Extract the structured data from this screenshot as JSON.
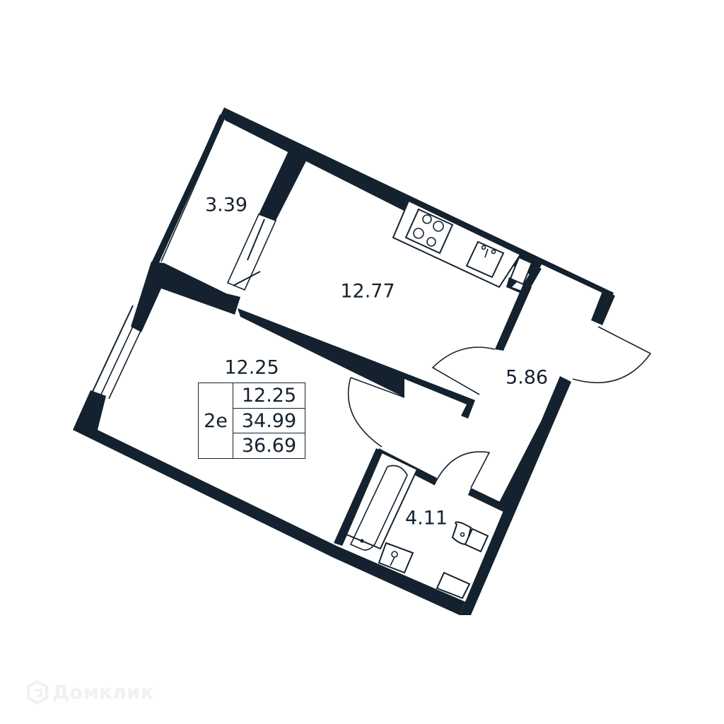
{
  "plan": {
    "colors": {
      "wall": "#14222f",
      "background": "#ffffff",
      "watermark": "#f1f1f1"
    },
    "rooms": [
      {
        "id": "balcony",
        "area": "3.39"
      },
      {
        "id": "kitchen",
        "area": "12.77"
      },
      {
        "id": "bedroom",
        "area": "12.25"
      },
      {
        "id": "hallway",
        "area": "5.86"
      },
      {
        "id": "bathroom",
        "area": "4.11"
      }
    ],
    "info_table": {
      "type": "2e",
      "living_area": "12.25",
      "total_area": "34.99",
      "total_area_with_balcony": "36.69"
    },
    "fixtures": [
      "stove-icon",
      "kitchen-sink-icon",
      "bathtub-icon",
      "wash-basin-icon",
      "toilet-icon",
      "washing-machine-icon"
    ]
  },
  "watermark": {
    "text": "Домклик",
    "icon": "domclick-logo-icon"
  }
}
